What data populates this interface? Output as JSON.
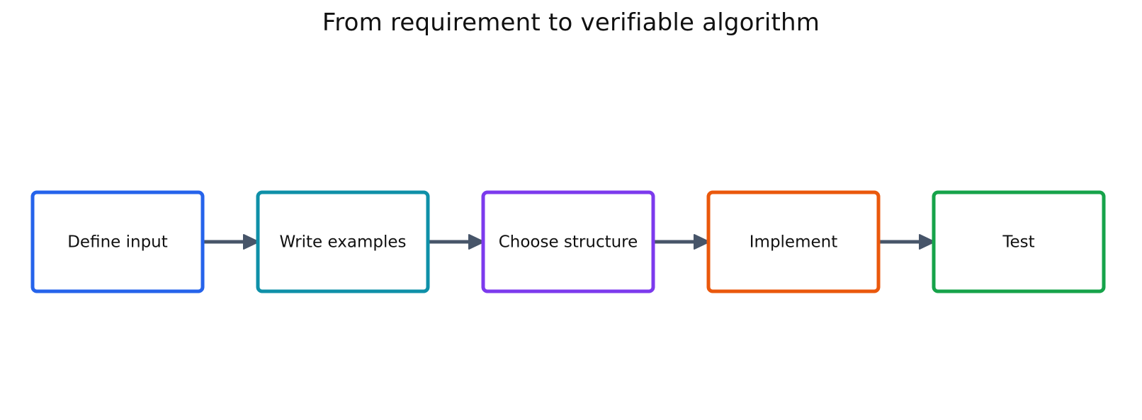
{
  "title": "From requirement to verifiable algorithm",
  "steps": [
    {
      "label": "Define input",
      "color": "#2563eb"
    },
    {
      "label": "Write examples",
      "color": "#0e90a8"
    },
    {
      "label": "Choose structure",
      "color": "#7c3aed"
    },
    {
      "label": "Implement",
      "color": "#ea580c"
    },
    {
      "label": "Test",
      "color": "#16a34a"
    }
  ],
  "arrow_color": "#475569"
}
